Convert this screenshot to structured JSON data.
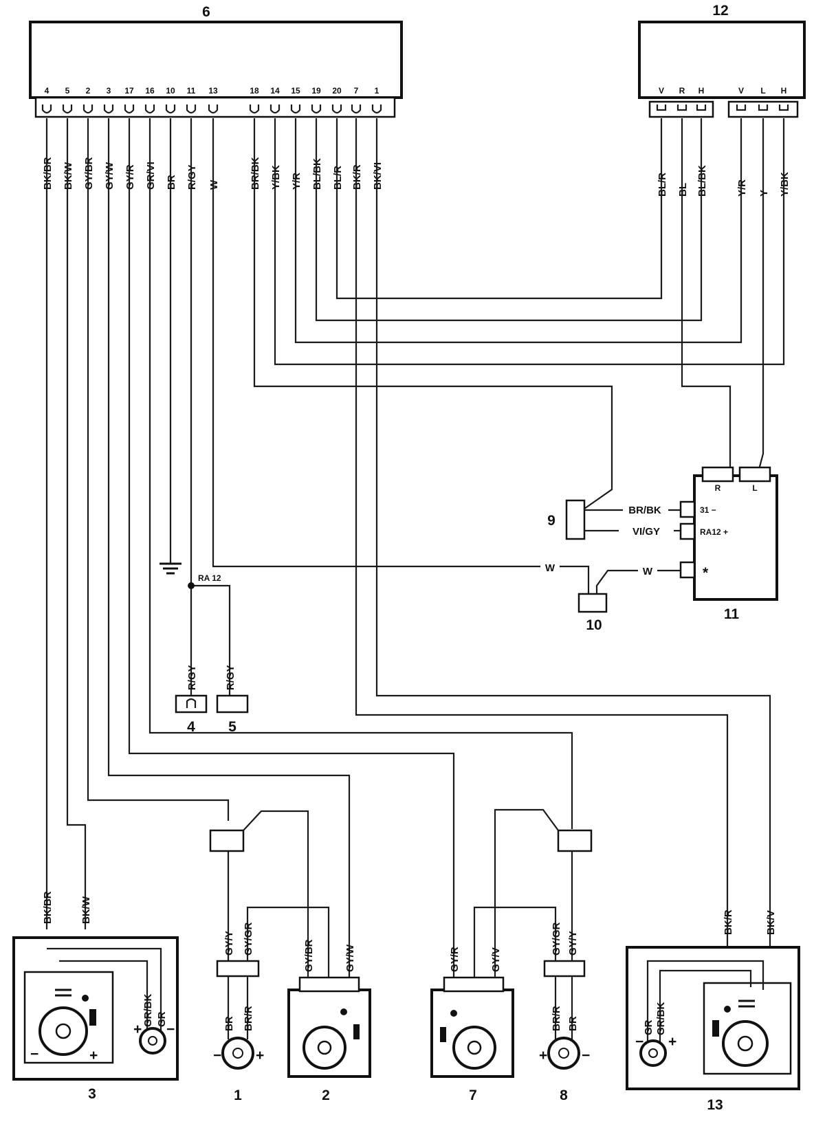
{
  "components": {
    "c1": "1",
    "c2": "2",
    "c3": "3",
    "c4": "4",
    "c5": "5",
    "c6": "6",
    "c7": "7",
    "c8": "8",
    "c9": "9",
    "c10": "10",
    "c11": "11",
    "c12": "12",
    "c13": "13"
  },
  "radio": {
    "pins": [
      "4",
      "5",
      "2",
      "3",
      "17",
      "16",
      "10",
      "11",
      "13",
      "18",
      "14",
      "15",
      "19",
      "20",
      "7",
      "1"
    ],
    "wires": [
      "BK/BR",
      "BK/W",
      "GY/BR",
      "GY/W",
      "GY/R",
      "GR/VI",
      "BR",
      "R/GY",
      "W",
      "BR/BK",
      "Y/BK",
      "Y/R",
      "BL/BK",
      "BL/R",
      "BK/R",
      "BK/VI"
    ]
  },
  "amp12": {
    "pins": [
      "V",
      "R",
      "H",
      "V",
      "L",
      "H"
    ],
    "wires": [
      "BL/R",
      "BL",
      "BL/BK",
      "Y/R",
      "Y",
      "Y/BK"
    ]
  },
  "unit11": {
    "pin_r": "R",
    "pin_l": "L",
    "t31": "31 −",
    "tra12": "RA12 +",
    "tstar": "*",
    "w_brbk": "BR/BK",
    "w_vigy": "VI/GY",
    "w_w": "W"
  },
  "misc": {
    "w_w_left": "W",
    "ra12": "RA 12",
    "rgy4": "R/GY",
    "rgy5": "R/GY",
    "plus": "+",
    "minus": "−"
  },
  "speaker3": {
    "w1": "BK/BR",
    "w2": "BK/W",
    "w3": "GR/BK",
    "w4": "GR"
  },
  "speaker1": {
    "w1": "GY/Y",
    "w2": "GY/GR",
    "w3": "BR",
    "w4": "BR/R"
  },
  "speaker2": {
    "w1": "GY/BR",
    "w2": "GY/W"
  },
  "speaker7": {
    "w1": "GY/R",
    "w2": "GY/V"
  },
  "speaker8": {
    "w1": "GY/GR",
    "w2": "GY/Y",
    "w3": "BR/R",
    "w4": "BR"
  },
  "speaker13": {
    "w1": "BK/R",
    "w2": "BK/V",
    "w3": "GR",
    "w4": "GR/BK"
  }
}
